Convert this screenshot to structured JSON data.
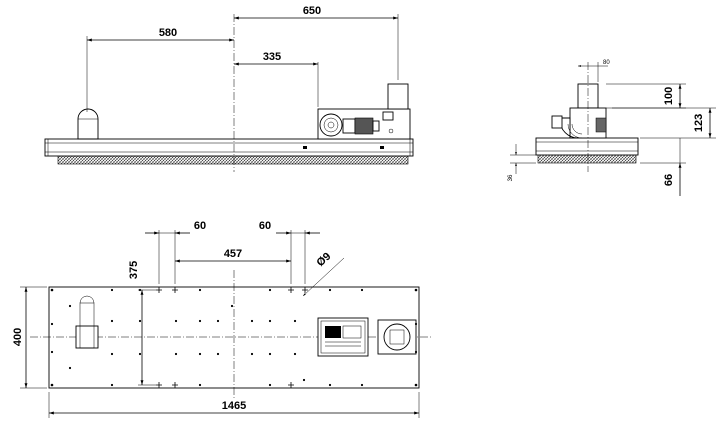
{
  "dimensions": {
    "side_view": {
      "d650": "650",
      "d580": "580",
      "d335": "335"
    },
    "end_view": {
      "d80": "80",
      "d100": "100",
      "d123": "123",
      "d36": "36",
      "d66": "66"
    },
    "plan_view": {
      "d60_left": "60",
      "d60_right": "60",
      "d457": "457",
      "d375": "375",
      "d9": "Ø9",
      "d400": "400",
      "d1465": "1465"
    }
  }
}
